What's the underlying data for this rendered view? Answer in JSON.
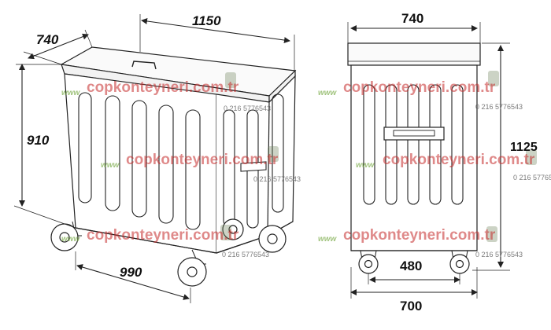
{
  "dimensions": {
    "side_width": "740",
    "length": "1150",
    "height_side": "910",
    "wheelbase": "990",
    "front_width": "740",
    "height_front": "1125",
    "wheel_spacing": "480",
    "bottom_width": "700"
  },
  "watermark": {
    "brand": "copkonteyneri.com.tr",
    "phone": "0 216 5776543",
    "www": "www"
  },
  "colors": {
    "line": "#222222",
    "watermark_red": "#c42828",
    "watermark_green": "#7aaa46"
  }
}
